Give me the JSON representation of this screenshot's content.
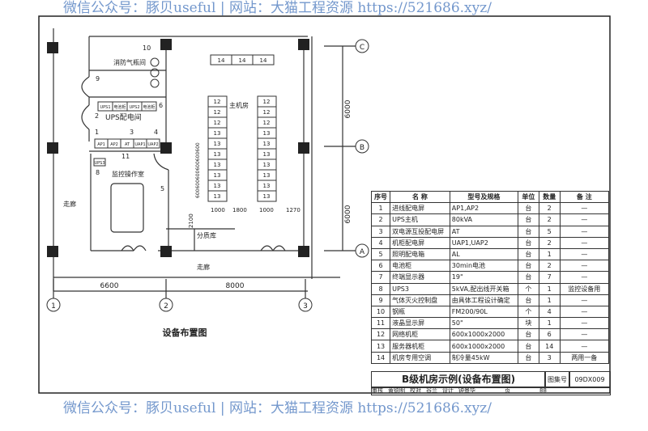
{
  "watermark": {
    "top": "微信公众号：豚贝useful | 网站：大猫工程资源 https://521686.xyz/",
    "bottom": "微信公众号：豚贝useful | 网站：大猫工程资源 https://521686.xyz/"
  },
  "plan": {
    "title": "设备布置图",
    "rooms": {
      "gas": "消防气瓶间",
      "ups": "UPS配电间",
      "control": "监控操作室",
      "main": "主机房",
      "corridor_left": "走廊",
      "corridor_bottom": "走廊",
      "split": "分质库"
    },
    "callouts": [
      "10",
      "9",
      "2",
      "6",
      "1",
      "3",
      "4",
      "11",
      "8",
      "5"
    ],
    "ups_row": [
      "UPS1",
      "电池柜",
      "UPS2",
      "电池柜"
    ],
    "panel_row": [
      "AP1",
      "AP2",
      "AT",
      "UAP1",
      "UAP2"
    ],
    "ups3": "UPS3",
    "ac_units": [
      "14",
      "14",
      "14"
    ],
    "rack_left": [
      "12",
      "12",
      "12",
      "13",
      "13",
      "13",
      "13",
      "13",
      "13",
      "13"
    ],
    "rack_right": [
      "12",
      "12",
      "12",
      "13",
      "13",
      "13",
      "13",
      "13",
      "13",
      "13"
    ],
    "dims_row": [
      "1000",
      "1800",
      "1000",
      "1270"
    ],
    "dim_2100": "2100",
    "dim_600s": "600600600600600600",
    "col_spans": [
      "6600",
      "8000"
    ],
    "row_spans": [
      "6000",
      "6000"
    ],
    "axes_cols": [
      "1",
      "2",
      "3"
    ],
    "axes_rows": [
      "A",
      "B",
      "C"
    ]
  },
  "table": {
    "headers": [
      "序号",
      "名 称",
      "型号及规格",
      "单位",
      "数量",
      "备 注"
    ],
    "rows": [
      [
        "1",
        "进线配电屏",
        "AP1,AP2",
        "台",
        "2",
        "—"
      ],
      [
        "2",
        "UPS主机",
        "80kVA",
        "台",
        "2",
        "—"
      ],
      [
        "3",
        "双电源互投配电屏",
        "AT",
        "台",
        "5",
        "—"
      ],
      [
        "4",
        "机柜配电屏",
        "UAP1,UAP2",
        "台",
        "2",
        "—"
      ],
      [
        "5",
        "照明配电箱",
        "AL",
        "台",
        "1",
        "—"
      ],
      [
        "6",
        "电池柜",
        "30min电池",
        "台",
        "2",
        "—"
      ],
      [
        "7",
        "终端显示器",
        "19\"",
        "台",
        "7",
        "—"
      ],
      [
        "8",
        "UPS3",
        "5kVA,配出线开关箱",
        "个",
        "1",
        "监控设备用"
      ],
      [
        "9",
        "气体灭火控制盘",
        "由具体工程设计确定",
        "台",
        "1",
        "—"
      ],
      [
        "10",
        "钢瓶",
        "FM200/90L",
        "个",
        "4",
        "—"
      ],
      [
        "11",
        "液晶显示屏",
        "50\"",
        "块",
        "1",
        "—"
      ],
      [
        "12",
        "网络机柜",
        "600x1000x2000",
        "台",
        "6",
        "—"
      ],
      [
        "13",
        "服务器机柜",
        "600x1000x2000",
        "台",
        "14",
        "—"
      ],
      [
        "14",
        "机房专用空调",
        "制冷量45kW",
        "台",
        "3",
        "两用一备"
      ]
    ]
  },
  "title_block": {
    "title": "B级机房示例(设备布置图)",
    "atlas_label": "图集号",
    "atlas_no": "09DX009",
    "page_label": "页",
    "page_no": "88",
    "review": "审核",
    "reviewer": "黄德明",
    "check": "校对",
    "checker": "谷兰",
    "design": "设计",
    "designer": "钟景华"
  }
}
